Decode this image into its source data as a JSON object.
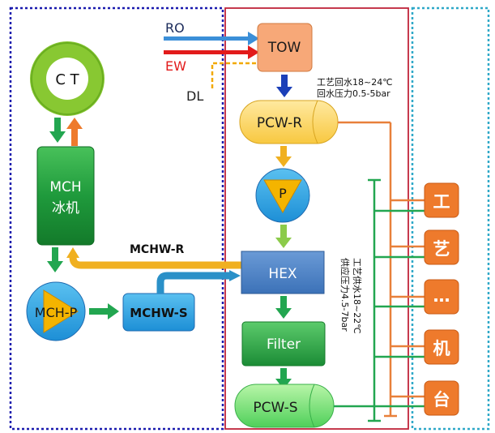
{
  "inputs": {
    "ro": "RO",
    "ew": "EW",
    "dl": "DL"
  },
  "colors": {
    "ro_arrow": "#3B8FD8",
    "ew_arrow": "#E21B1B",
    "dl_line": "#F2A900",
    "chw_pipe": "#F0B020",
    "chw_s_pipe": "#2A90C8",
    "pcw_r_pipe": "#E8803A",
    "pcw_s_pipe": "#22A650",
    "down_arrow_green": "#22A650",
    "up_arrow_orange": "#EE7A2C",
    "tow_fill": "#F7A878",
    "pcw_r_fill": "#FFD86B",
    "pcw_s_fill": "#7FE27F",
    "hex_fill": "#4F86C6",
    "filter_fill": "#2EAE4E",
    "mch_fill": "#1F9A3C",
    "pump_fill": "#2B9FE0",
    "pump_triangle": "#F4B400",
    "ct_ring": "#88C832",
    "ct_center": "#ffffff",
    "tool_fill": "#EE7A2C",
    "left_border": "#1A1AAE",
    "mid_border": "#C0243A",
    "right_border": "#2EA8C8"
  },
  "nodes": {
    "ct": "C T",
    "mch_line1": "MCH",
    "mch_line2": "冰机",
    "mch_p": "MCH-P",
    "mchw_s": "MCHW-S",
    "mchw_r": "MCHW-R",
    "tow": "TOW",
    "pcw_r": "PCW-R",
    "pump": "P",
    "hex": "HEX",
    "filter": "Filter",
    "pcw_s": "PCW-S"
  },
  "annotations": {
    "return_line1": "工艺回水18~24℃",
    "return_line2": "回水压力0.5-5bar",
    "supply_line1": "工艺供水18~22℃",
    "supply_line2": "供应压力4.5-7bar"
  },
  "tools": [
    "工",
    "艺",
    "…",
    "机",
    "台"
  ]
}
